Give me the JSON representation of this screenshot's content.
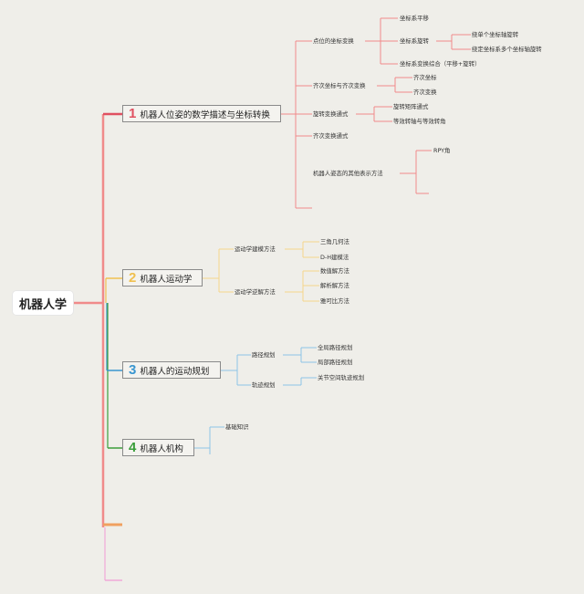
{
  "root": {
    "label": "机器人学"
  },
  "branches": [
    {
      "num": "1",
      "label": "机器人位姿的数学描述与坐标转换",
      "color": "#e05060",
      "children": [
        {
          "label": "点位的坐标变换",
          "children": [
            {
              "label": "坐标系平移"
            },
            {
              "label": "坐标系旋转",
              "children": [
                {
                  "label": "绕单个坐标轴旋转"
                },
                {
                  "label": "绕定坐标系多个坐标轴旋转"
                }
              ]
            },
            {
              "label": "坐标系变换综合（平移+旋转）"
            }
          ]
        },
        {
          "label": "齐次坐标与齐次变换",
          "children": [
            {
              "label": "齐次坐标"
            },
            {
              "label": "齐次变换"
            }
          ]
        },
        {
          "label": "旋转变换通式",
          "children": [
            {
              "label": "旋转矩阵通式"
            },
            {
              "label": "等效转轴与等效转角"
            }
          ]
        },
        {
          "label": "齐次变换通式"
        },
        {
          "label": "机器人姿态的其他表示方法",
          "children": [
            {
              "label": "RPY角"
            }
          ]
        }
      ]
    },
    {
      "num": "2",
      "label": "机器人运动学",
      "color": "#f0c050",
      "children": [
        {
          "label": "运动学建模方法",
          "children": [
            {
              "label": "三角几何法"
            },
            {
              "label": "D-H建模法"
            }
          ]
        },
        {
          "label": "运动学逆解方法",
          "children": [
            {
              "label": "数值解方法"
            },
            {
              "label": "解析解方法"
            },
            {
              "label": "雅可比方法"
            }
          ]
        }
      ]
    },
    {
      "num": "3",
      "label": "机器人的运动规划",
      "color": "#3a96d0",
      "children": [
        {
          "label": "路径规划",
          "children": [
            {
              "label": "全局路径规划"
            },
            {
              "label": "局部路径规划"
            }
          ]
        },
        {
          "label": "轨迹规划",
          "children": [
            {
              "label": "关节空间轨迹规划"
            }
          ]
        }
      ]
    },
    {
      "num": "4",
      "label": "机器人机构",
      "color": "#3a9e3a",
      "children": [
        {
          "label": "基础知识"
        }
      ]
    }
  ],
  "colors": {
    "background": "#efeee9",
    "trunk": "#f08a8a",
    "branch1": "#e05060",
    "branch2": "#f0c050",
    "branch3": "#3a96d0",
    "branch4": "#3a9e3a",
    "extra_orange": "#f0a060",
    "extra_pink": "#f0a8d8"
  }
}
